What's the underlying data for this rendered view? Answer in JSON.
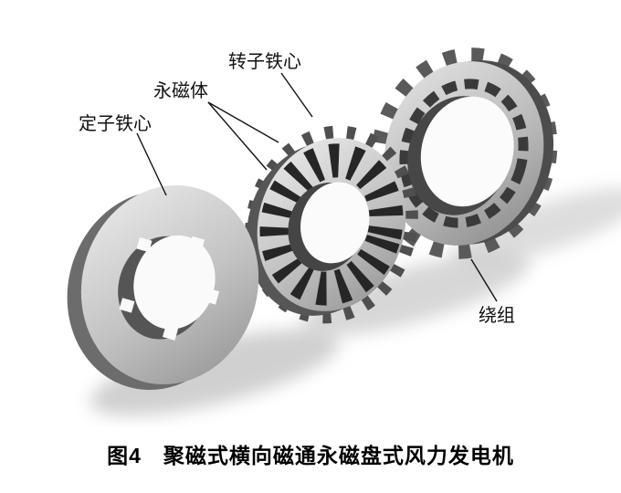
{
  "figure": {
    "labels": {
      "rotor_core": "转子铁心",
      "permanent_magnet": "永磁体",
      "stator_core": "定子铁心",
      "winding": "绕组"
    },
    "caption": "图4　聚磁式横向磁通永磁盘式风力发电机"
  },
  "parts": {
    "stator_disc": "定子铁心 (stator core disc, smooth ring with notched bore)",
    "magnet_ring": "永磁体/转子铁心 (ring of alternating permanent magnets and core segments)",
    "winding_ring": "绕组 (toothed outer ring carrying the winding)"
  },
  "colors": {
    "metal_light": "#e8e8e8",
    "metal_mid": "#a8a8a8",
    "metal_dark": "#565656",
    "magnet_dark": "#262626",
    "shadow": "#b5b5b5",
    "line": "#111111"
  }
}
